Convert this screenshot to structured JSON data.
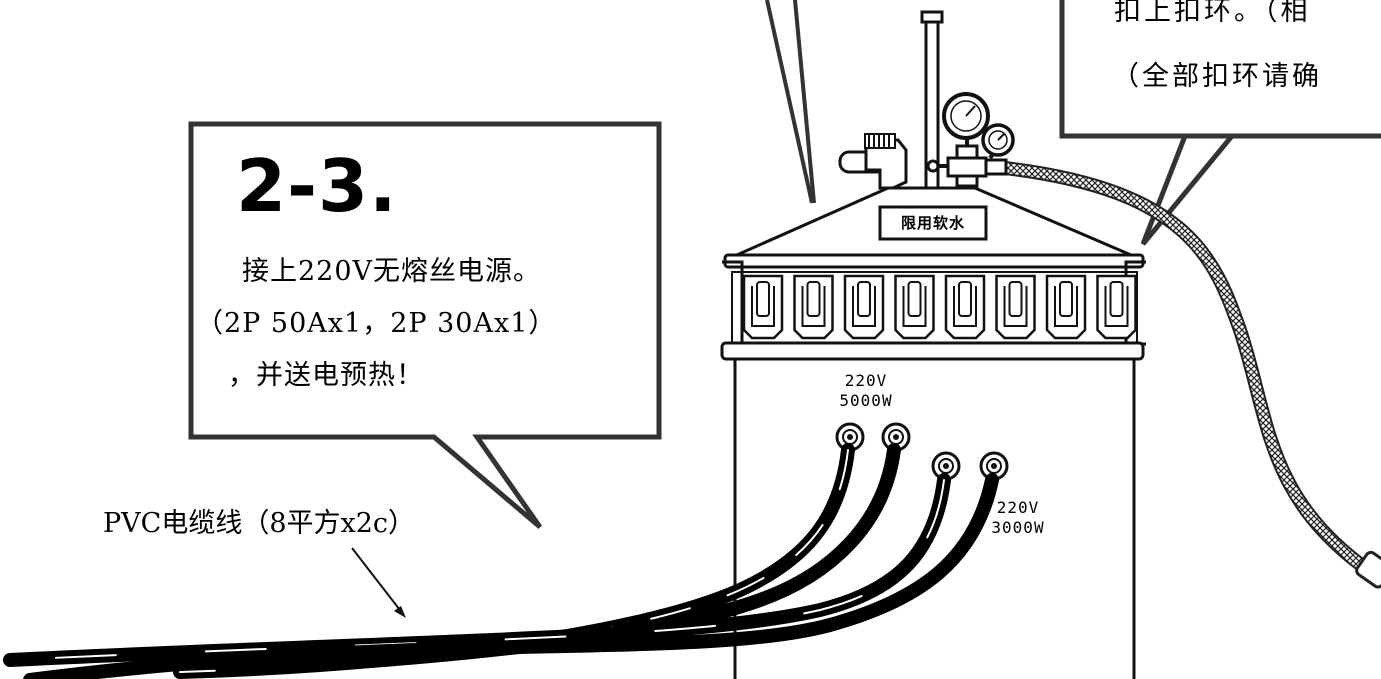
{
  "callout_left": {
    "step": "2-3.",
    "line1": "接上220V无熔丝电源。",
    "line2": "（2P 50Ax1，2P 30Ax1）",
    "line3": "，并送电预热！"
  },
  "callout_top_right": {
    "line1": "扣上扣环。（相",
    "line2": "（全部扣环请确"
  },
  "machine": {
    "plate_text": "限用软水",
    "heater1_voltage": "220V",
    "heater1_power": "5000W",
    "heater2_voltage": "220V",
    "heater2_power": "3000W"
  },
  "cable_label": "PVC电缆线（8平方x2c）",
  "colors": {
    "ink": "#000000",
    "background": "#ffffff"
  }
}
